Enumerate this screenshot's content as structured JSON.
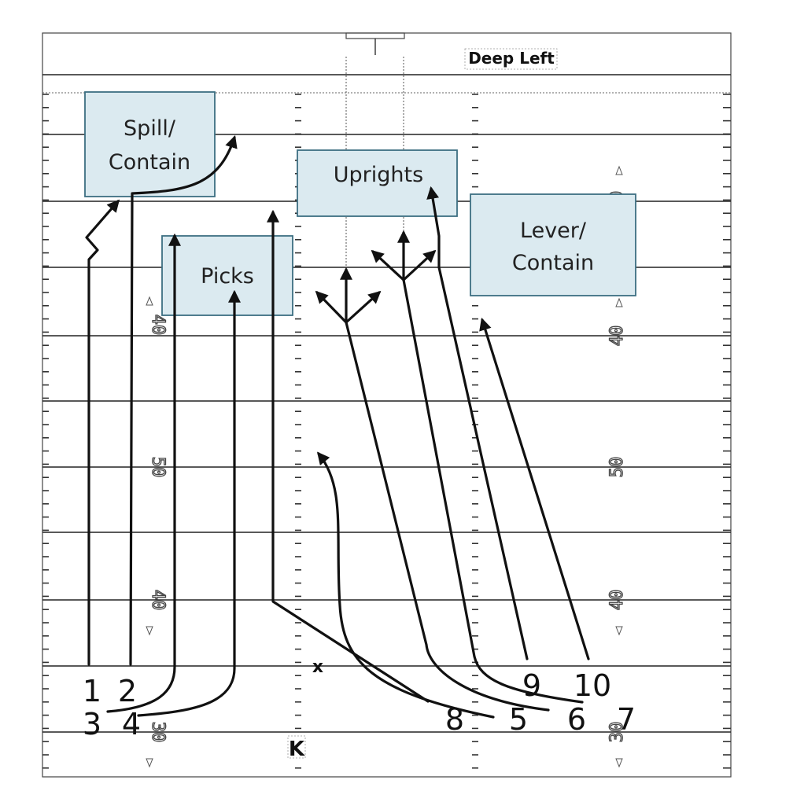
{
  "header": {
    "deep_label": "Deep Left"
  },
  "zones": {
    "spill_line1": "Spill/",
    "spill_line2": "Contain",
    "picks": "Picks",
    "uprights": "Uprights",
    "lever_line1": "Lever/",
    "lever_line2": "Contain"
  },
  "markers": {
    "kicker": "K",
    "ball": "x"
  },
  "players": [
    "1",
    "2",
    "3",
    "4",
    "5",
    "6",
    "7",
    "8",
    "9",
    "10"
  ],
  "yard_numbers": {
    "left": [
      "40",
      "50",
      "40",
      "30"
    ],
    "right": [
      "30",
      "40",
      "50",
      "40",
      "30"
    ]
  },
  "colors": {
    "zone_fill": "#dbeaf0",
    "zone_stroke": "#3d6f82",
    "lines": "#222222"
  }
}
